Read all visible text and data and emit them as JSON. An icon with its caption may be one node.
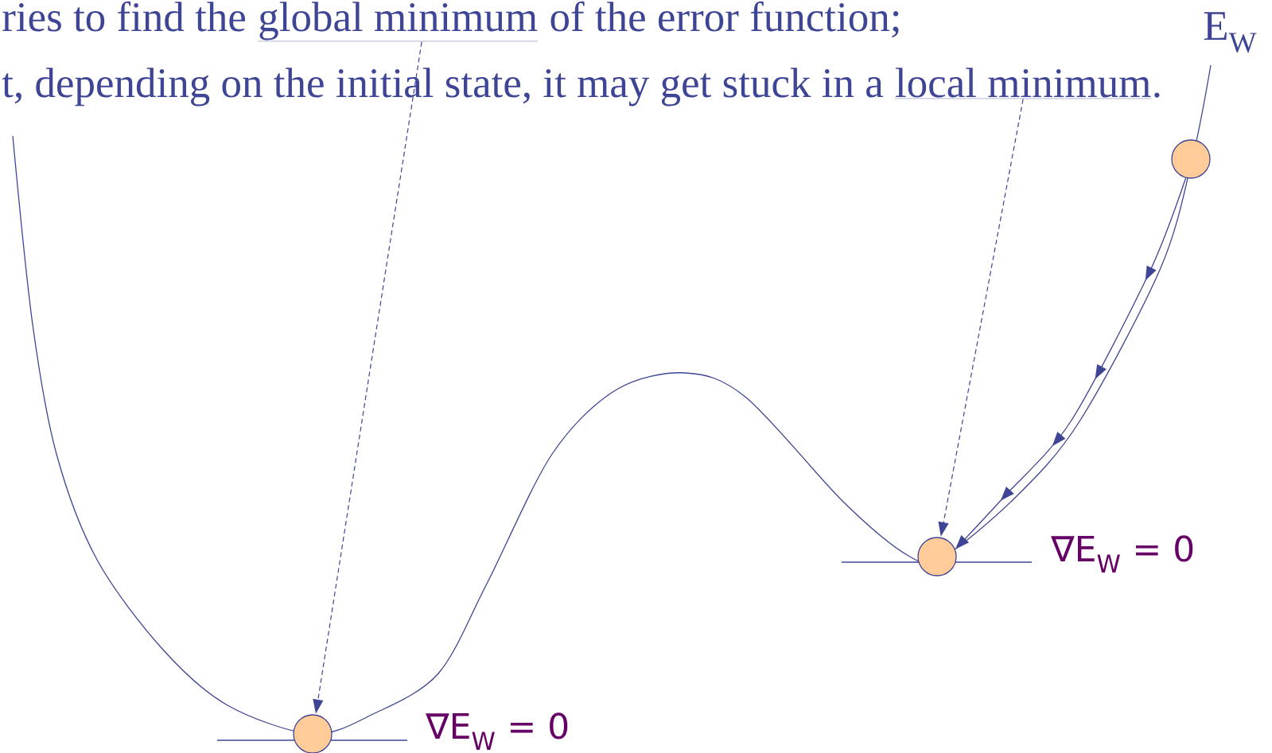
{
  "diagram": {
    "nodes": [
      {
        "text": [
          "global minimum"
        ]
      },
      {
        "text": [
          "local minimum"
        ]
      },
      {
        "text": [],
        "shape": "circle",
        "beside": [
          "∇E$_{W}$ = 0"
        ]
      },
      {
        "text": [],
        "shape": "circle",
        "beside": [
          "∇E$_{W}$ = 0"
        ]
      },
      {
        "text": [],
        "shape": "circle"
      }
    ],
    "edges": [
      {
        "from": 0,
        "to": 2,
        "arrow": "to",
        "style": "dashed"
      },
      {
        "from": 1,
        "to": 3,
        "arrow": "to",
        "style": "dashed"
      },
      {
        "from": 4,
        "to": 3,
        "arrow": "to"
      }
    ],
    "labels": [
      "ries to find the",
      "of the error function;",
      "E$_{W}$",
      "t, depending on the initial state, it may get stuck in a",
      "."
    ]
  }
}
